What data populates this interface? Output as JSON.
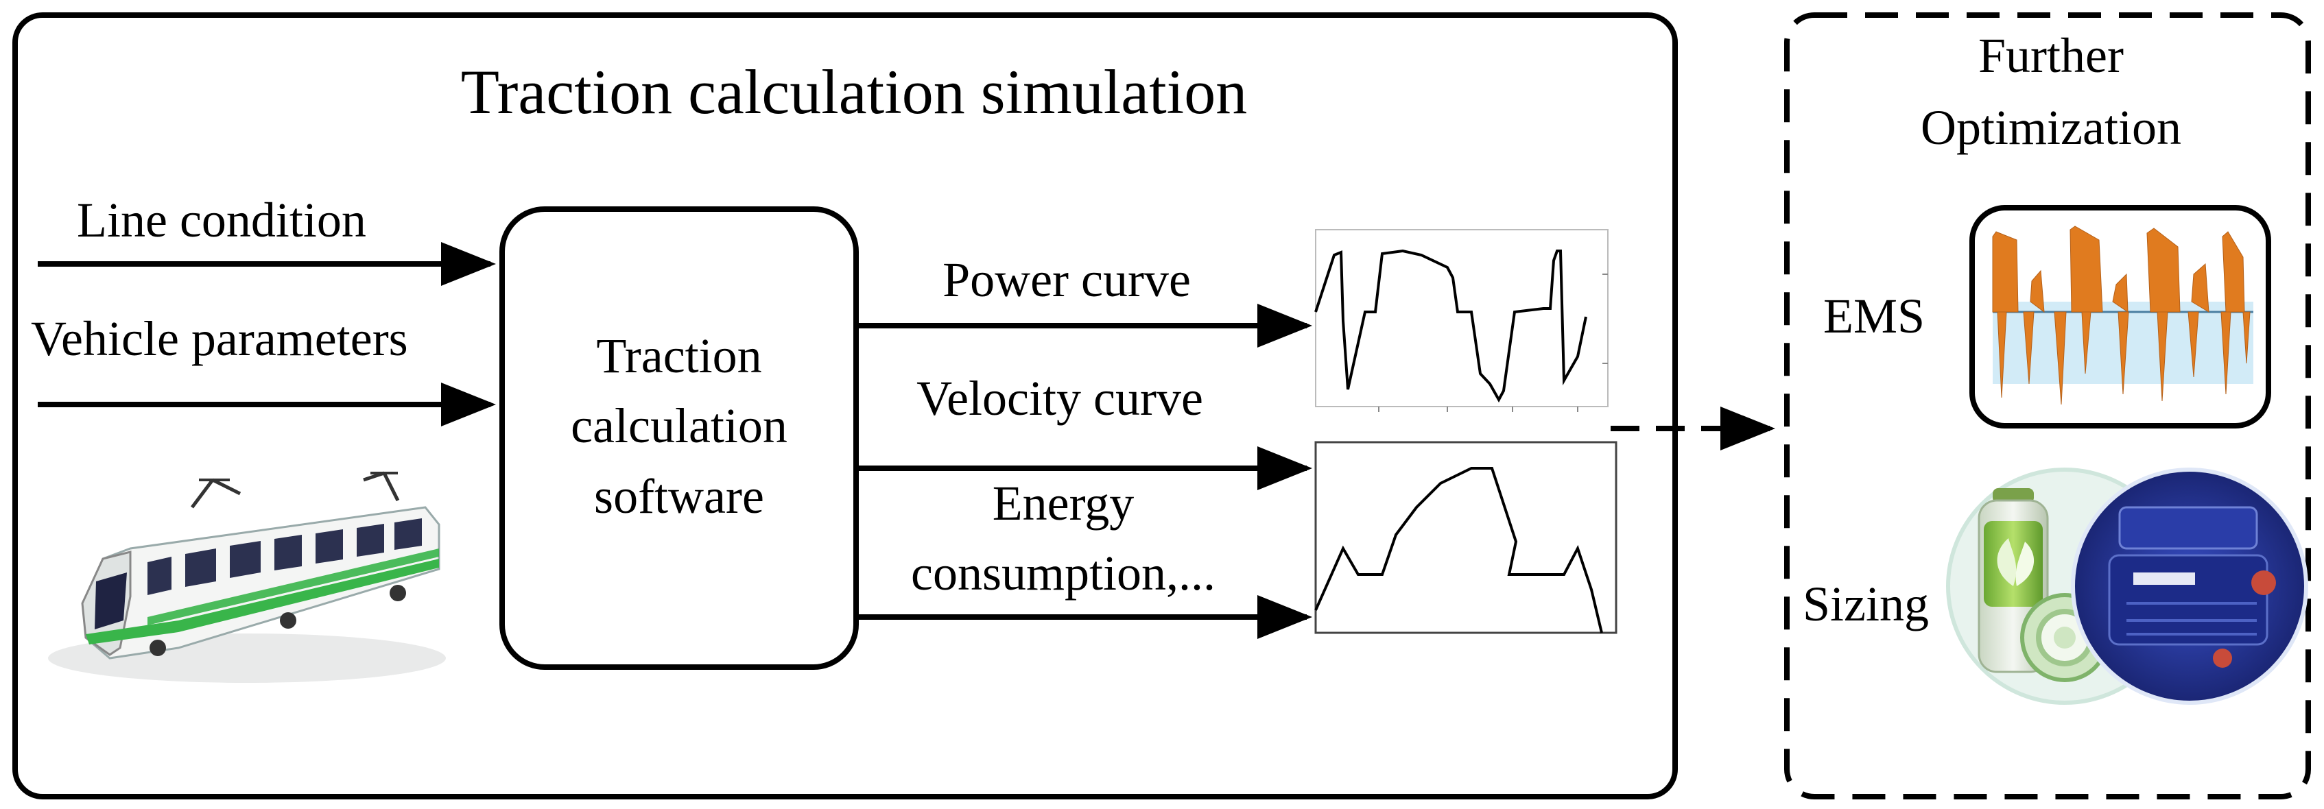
{
  "main_box": {
    "title": "Traction calculation simulation"
  },
  "inputs": {
    "line_condition": "Line condition",
    "vehicle_parameters": "Vehicle parameters"
  },
  "software": {
    "line1": "Traction",
    "line2": "calculation",
    "line3": "software"
  },
  "outputs": {
    "power_curve": "Power curve",
    "velocity_curve": "Velocity curve",
    "energy_line1": "Energy",
    "energy_line2": "consumption,..."
  },
  "optimization": {
    "title_line1": "Further",
    "title_line2": "Optimization",
    "ems": "EMS",
    "sizing": "Sizing"
  },
  "colors": {
    "stroke": "#000000",
    "ems_orange": "#e07b1f",
    "ems_blue": "#bfe3f3",
    "tram_green": "#39b54a",
    "battery_green": "#8cc63f",
    "motor_blue": "#1f2f8f"
  }
}
